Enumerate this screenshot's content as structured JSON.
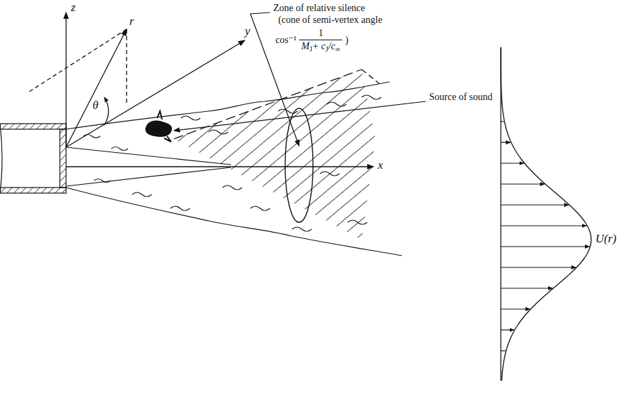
{
  "diagram": {
    "labels": [
      "z",
      "r",
      "y",
      "θ",
      "x",
      "U(r)",
      "Source of sound",
      "Zone of relative silence",
      "(cone of semi-vertex angle",
      "cos⁻¹",
      "1",
      "M",
      "J",
      "+ c",
      "J",
      "/c",
      "∞",
      ")"
    ]
  }
}
